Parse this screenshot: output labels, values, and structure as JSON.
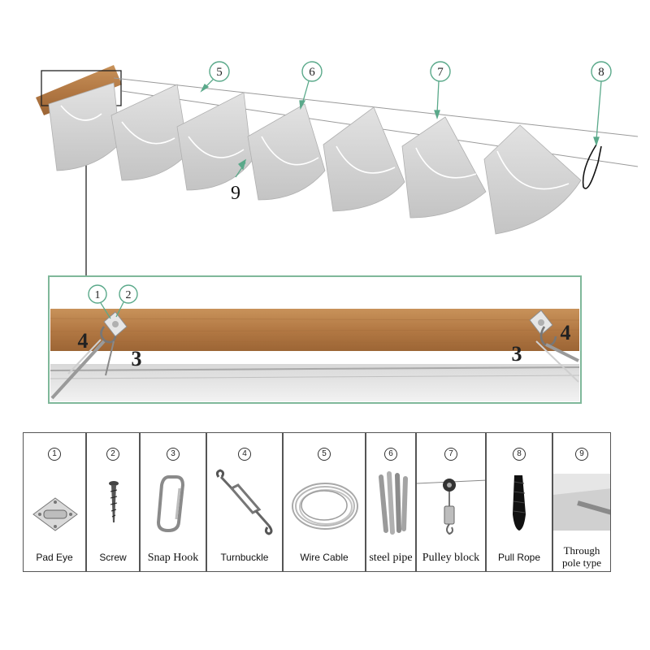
{
  "callouts": {
    "c1": "1",
    "c2": "2",
    "c3a": "3",
    "c3b": "3",
    "c4a": "4",
    "c4b": "4",
    "c5": "5",
    "c6": "6",
    "c7": "7",
    "c8": "8",
    "c9": "9"
  },
  "parts": [
    {
      "num": "1",
      "label": "Pad Eye",
      "icon": "pad-eye-icon"
    },
    {
      "num": "2",
      "label": "Screw",
      "icon": "screw-icon"
    },
    {
      "num": "3",
      "label": "Snap Hook",
      "icon": "snap-hook-icon"
    },
    {
      "num": "4",
      "label": "Turnbuckle",
      "icon": "turnbuckle-icon"
    },
    {
      "num": "5",
      "label": "Wire Cable",
      "icon": "wire-cable-icon"
    },
    {
      "num": "6",
      "label": "steel pipe",
      "icon": "steel-pipe-icon"
    },
    {
      "num": "7",
      "label": "Pulley block",
      "icon": "pulley-block-icon"
    },
    {
      "num": "8",
      "label": "Pull Rope",
      "icon": "pull-rope-icon"
    },
    {
      "num": "9",
      "label_line1": "Through",
      "label_line2": "pole type",
      "icon": "through-pole-icon"
    }
  ],
  "colors": {
    "wood": "#b8804a",
    "fabric": "#cfcfcf",
    "frame_green": "#7fb89a",
    "callout_green": "#5aa98a"
  }
}
